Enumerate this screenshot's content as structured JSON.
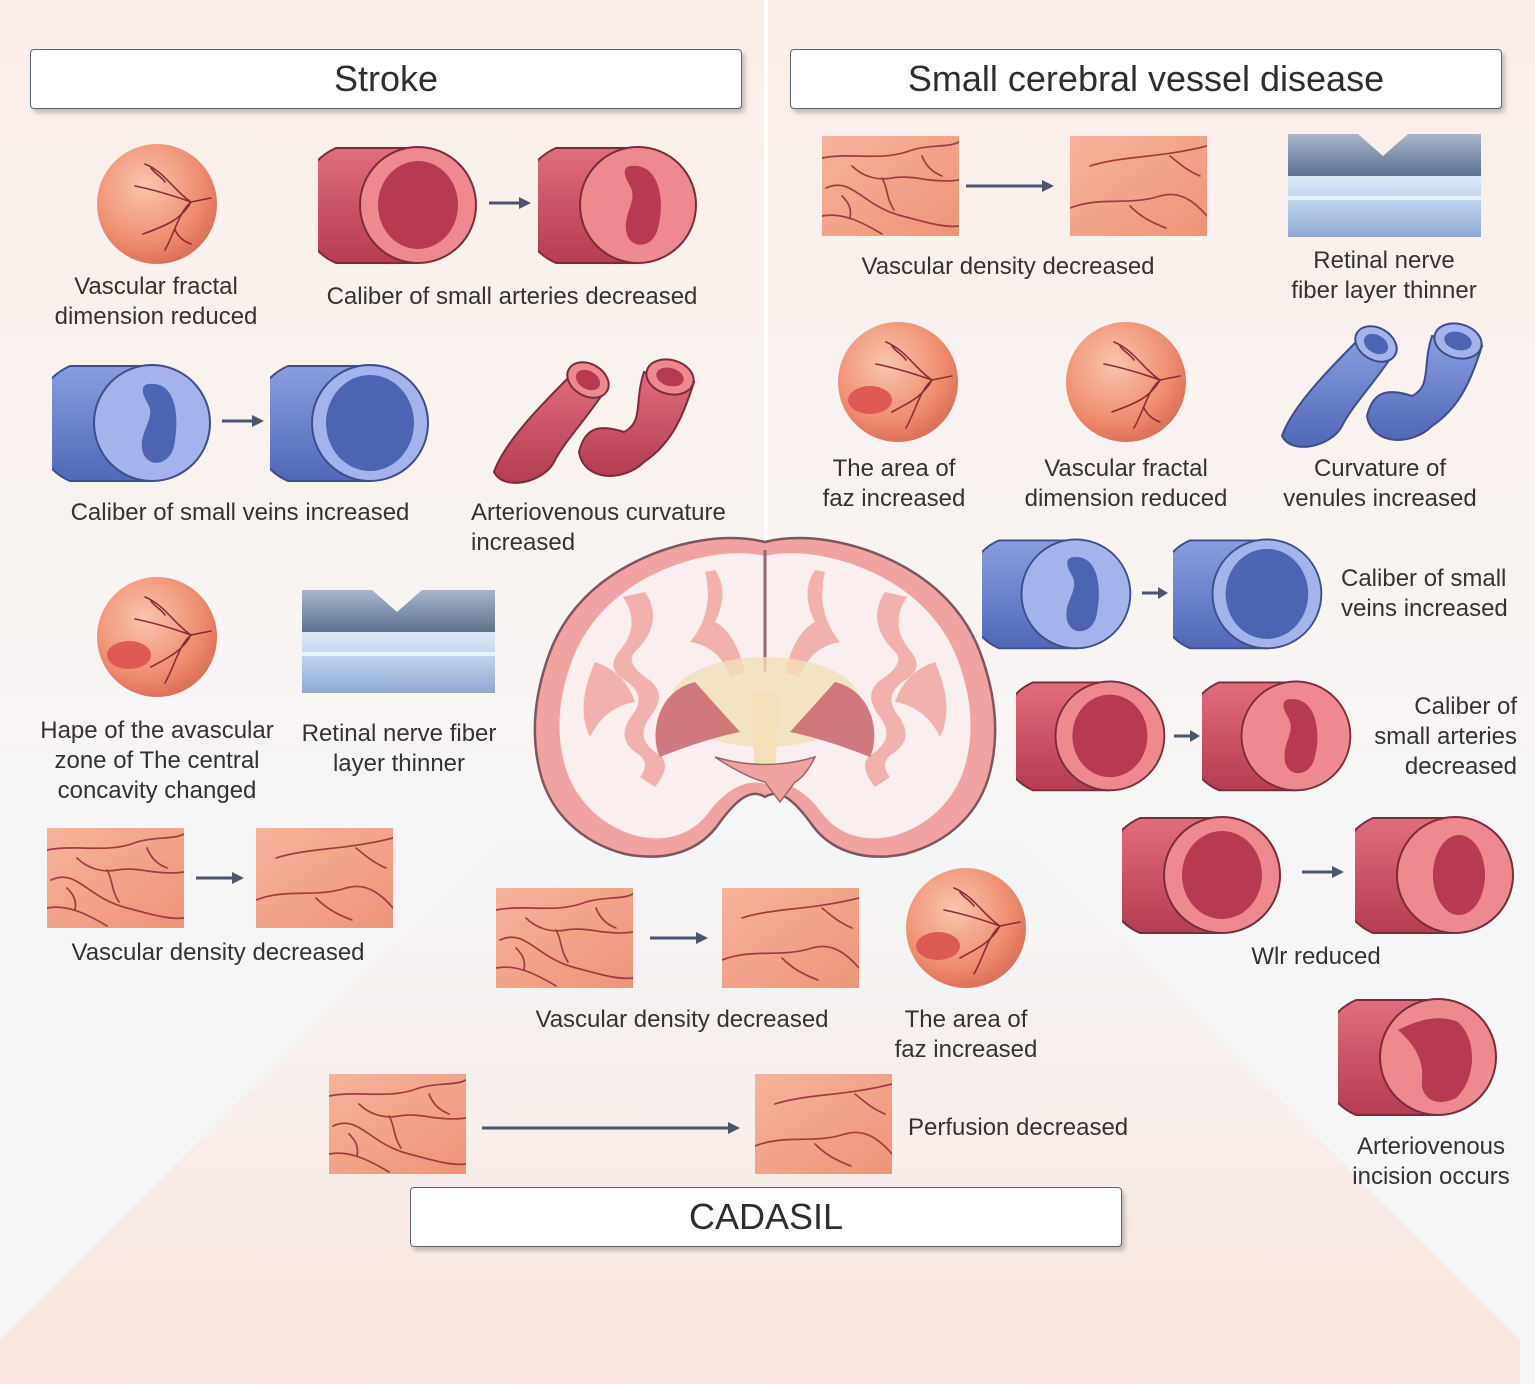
{
  "stroke": {
    "title": "Stroke",
    "labels": {
      "fractal": "Vascular fractal\ndimension reduced",
      "arteries": "Caliber of small arteries decreased",
      "veins": "Caliber of small veins increased",
      "curvature": "Arteriovenous curvature\nincreased",
      "avascular": "Hape of the avascular\nzone of The central\nconcavity changed",
      "rnfl": "Retinal nerve fiber\nlayer thinner",
      "density": "Vascular density decreased"
    }
  },
  "scvd": {
    "title": "Small cerebral vessel disease",
    "labels": {
      "density": "Vascular density decreased",
      "rnfl": "Retinal nerve\nfiber layer thinner",
      "faz": "The area of\nfaz increased",
      "fractal": "Vascular fractal\ndimension reduced",
      "venules": "Curvature of\nvenules increased",
      "veins": "Caliber of small\nveins increased",
      "arteries": "Caliber of\nsmall arteries\ndecreased",
      "wlr": "Wlr reduced",
      "incision": "Arteriovenous\nincision occurs"
    }
  },
  "cadasil": {
    "title": "CADASIL",
    "labels": {
      "density": "Vascular density decreased",
      "faz": "The area of\nfaz increased",
      "perfusion": "Perfusion decreased"
    }
  },
  "colors": {
    "artery": "#d24f66",
    "vein": "#6b82cf",
    "retina": "#ee8b6c",
    "tissue": "#f3a68d",
    "arrow": "#4b556b"
  }
}
